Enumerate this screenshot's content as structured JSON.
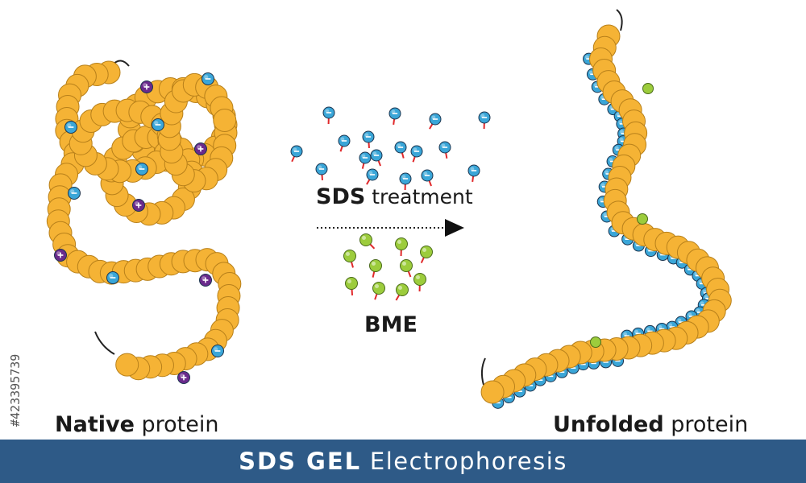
{
  "labels": {
    "native_bold": "Native",
    "native_rest": " protein",
    "unfolded_bold": "Unfolded",
    "unfolded_rest": " protein",
    "sds_bold": "SDS",
    "sds_rest": " treatment",
    "bme": "BME"
  },
  "footer": {
    "bold": "SDS GEL",
    "thin": " Electrophoresis"
  },
  "watermark_id": "#423395739",
  "colors": {
    "bead": "#f5b335",
    "bead_stroke": "#b8801a",
    "negative": "#3aa6d8",
    "positive": "#6a2a8c",
    "bme": "#9ccc3c",
    "tail": "#e0292b",
    "footer_bg": "#2e5a87"
  },
  "icons": [
    "negative-charge-icon",
    "positive-charge-icon",
    "arrow-right-icon"
  ]
}
